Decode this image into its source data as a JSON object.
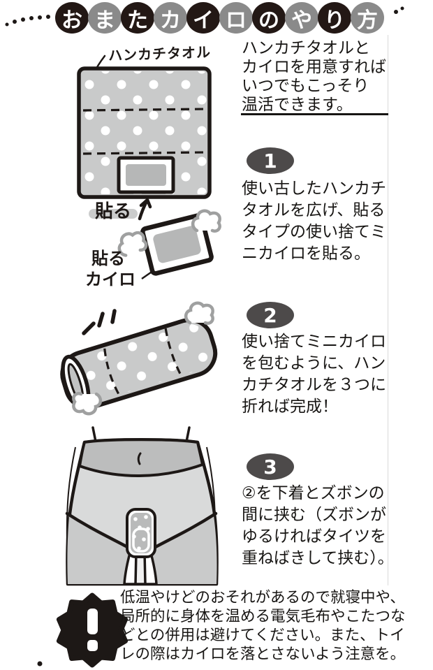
{
  "title": {
    "text": "おまたカイロのやり方",
    "chars": [
      "お",
      "ま",
      "た",
      "カ",
      "イ",
      "ロ",
      "の",
      "や",
      "り",
      "方"
    ]
  },
  "intro": {
    "lines": [
      "ハンカチタオルと",
      "カイロを用意すれば",
      "いつでもこっそり",
      "温活できます。"
    ]
  },
  "labels": {
    "towel": "ハンカチタオル",
    "stick": "貼る",
    "stick_arrow": "up-arrow",
    "stick_kairo_line1": "貼る",
    "stick_kairo_line2": "カイロ"
  },
  "steps": [
    {
      "number": "1",
      "lines": [
        "使い古したハンカチ",
        "タオルを広げ、貼る",
        "タイプの使い捨てミ",
        "ニカイロを貼る。"
      ]
    },
    {
      "number": "2",
      "lines": [
        "使い捨てミニカイロ",
        "を包むように、ハン",
        "カチタオルを３つに",
        "折れば完成！"
      ]
    },
    {
      "number": "3",
      "lines": [
        "②を下着とズボンの",
        "間に挟む（ズボンが",
        "ゆるければタイツを",
        "重ねばきして挟む）。"
      ]
    }
  ],
  "warning": {
    "icon": "exclamation-burst-icon",
    "lines": [
      "低温やけどのおそれがあるので就寝中や、",
      "局所的に身体を温める電気毛布やこたつな",
      "どとの併用は避けてください。また、トイ",
      "レの際はカイロを落とさないよう注意を。"
    ]
  },
  "colors": {
    "oval_dark": "#231815",
    "oval_gray": "#8a8a8a",
    "badge_gray": "#4d4a4a",
    "towel_gray": "#c9caca",
    "ink": "#1d1816",
    "steam_gray": "#9fa0a0"
  }
}
